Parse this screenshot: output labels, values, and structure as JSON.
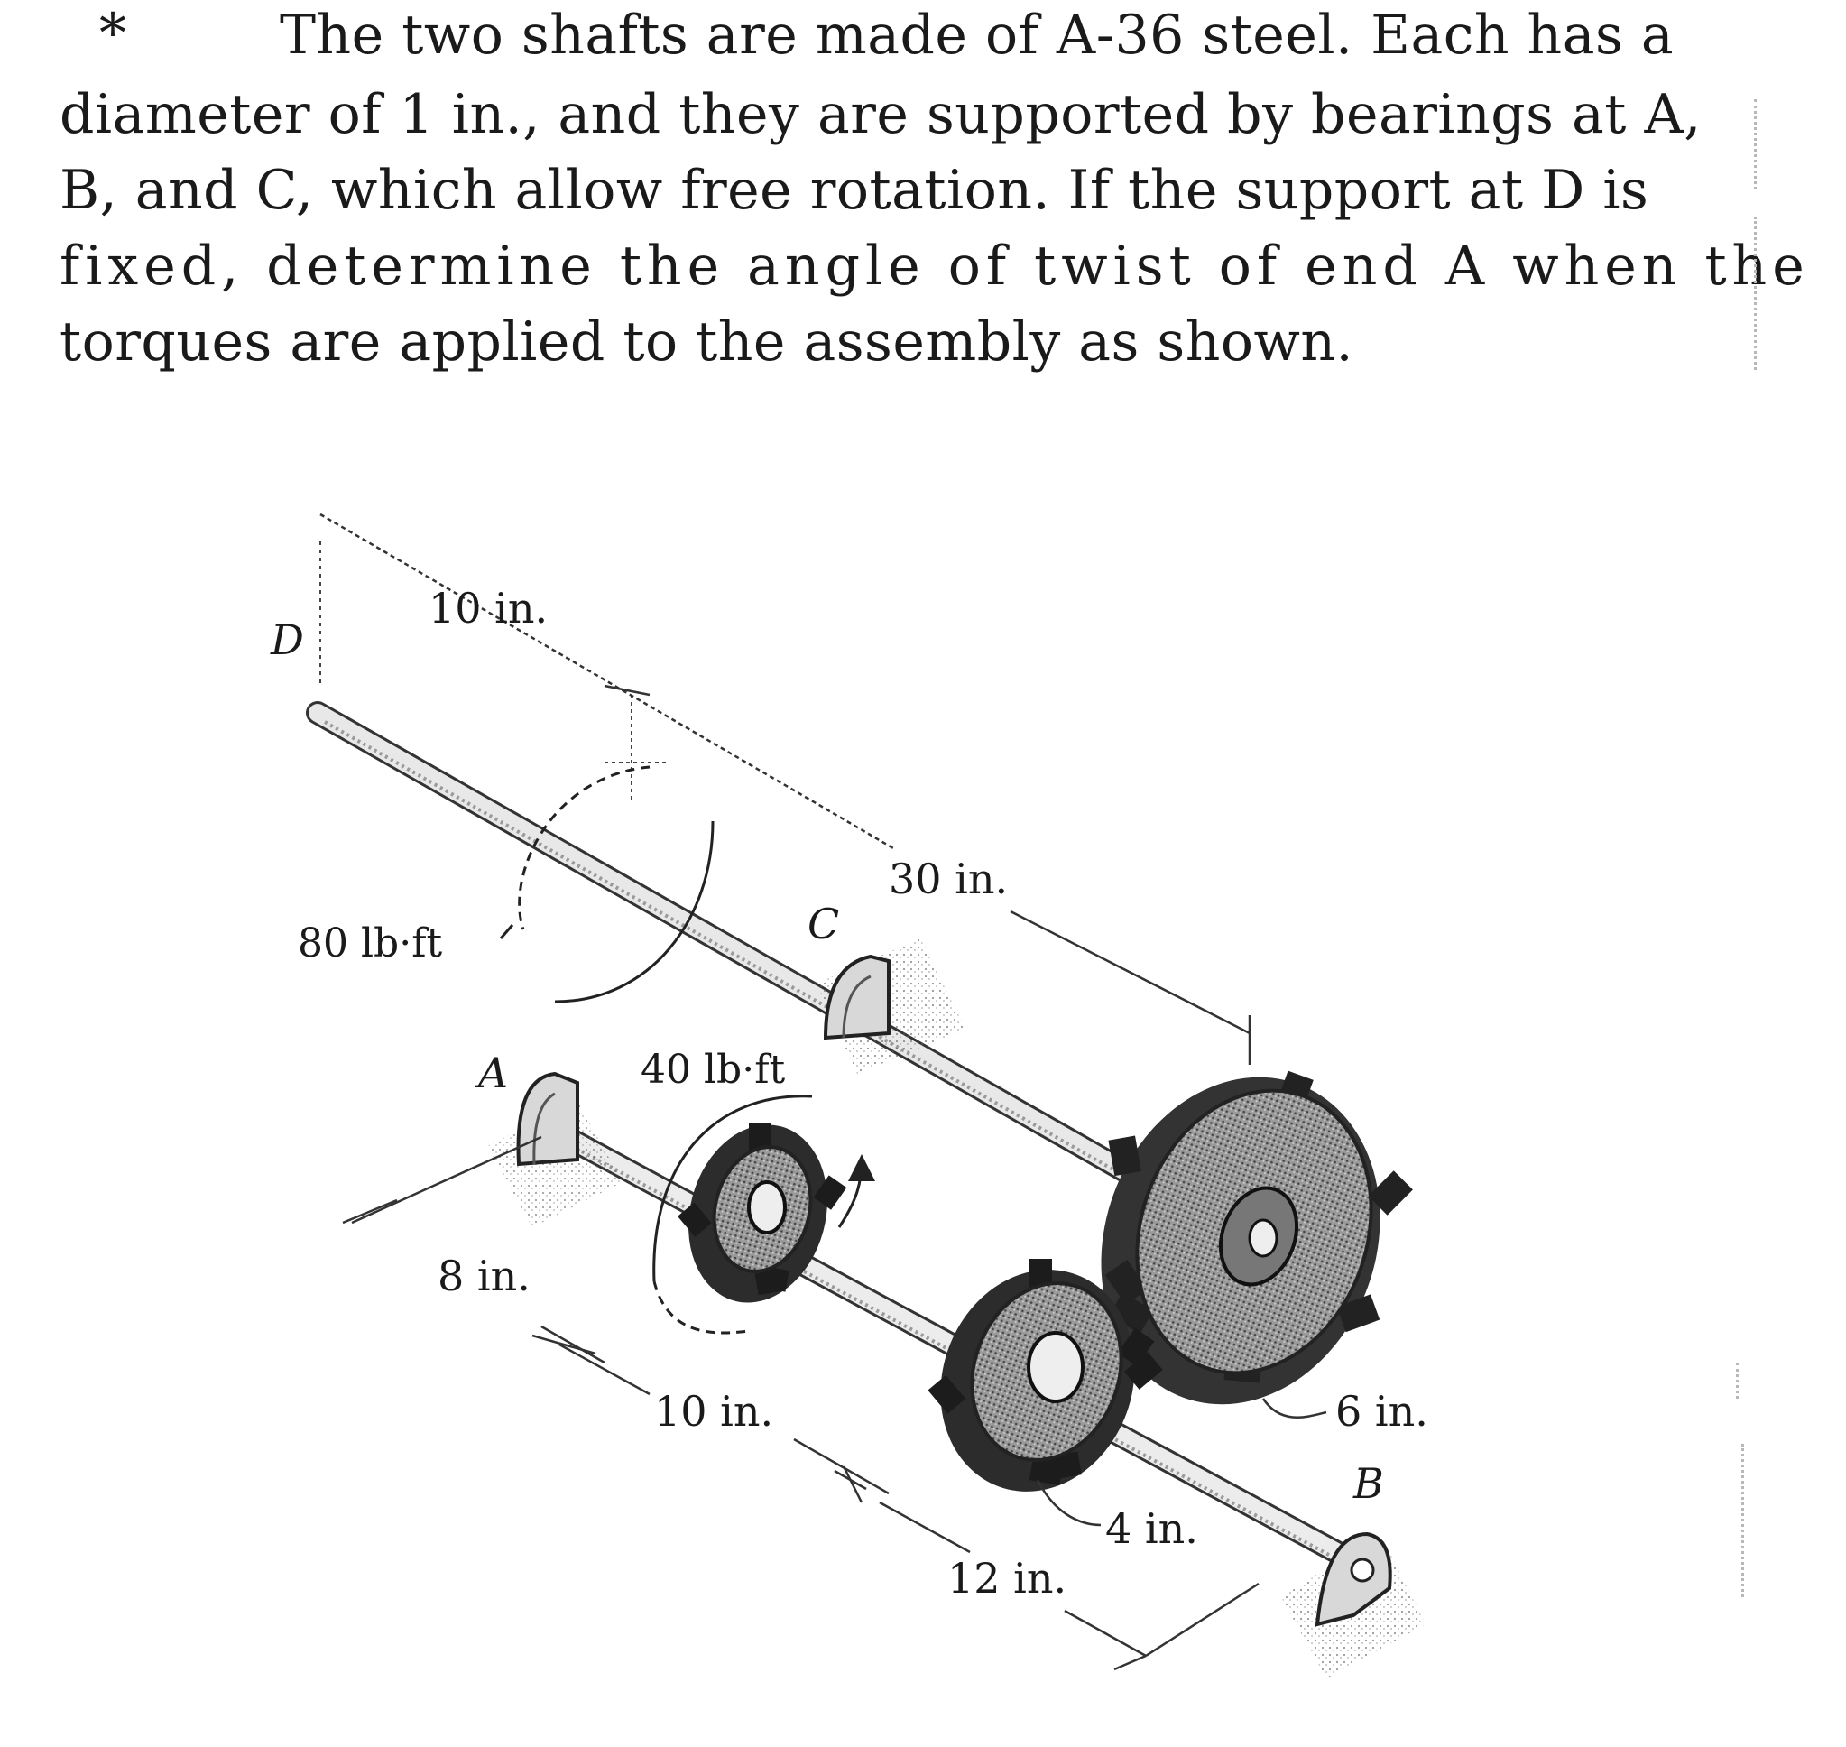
{
  "problem": {
    "number": "*",
    "lines": [
      "The two shafts are made of A-36 steel. Each has a",
      "diameter of 1 in., and they are supported by bearings at A,",
      "B, and C, which allow free rotation. If the support at D is",
      "fixed, determine the angle of twist of end A when the",
      "torques are applied to the assembly as shown."
    ]
  },
  "figure": {
    "labels": {
      "D": "D",
      "C": "C",
      "A": "A",
      "B": "B",
      "dim_10_top": "10 in.",
      "dim_30": "30 in.",
      "torque_80": "80 lb·ft",
      "torque_40": "40 lb·ft",
      "dim_8": "8 in.",
      "dim_10_bottom": "10 in.",
      "dim_12": "12 in.",
      "radius_6": "6 in.",
      "radius_4": "4 in."
    }
  }
}
